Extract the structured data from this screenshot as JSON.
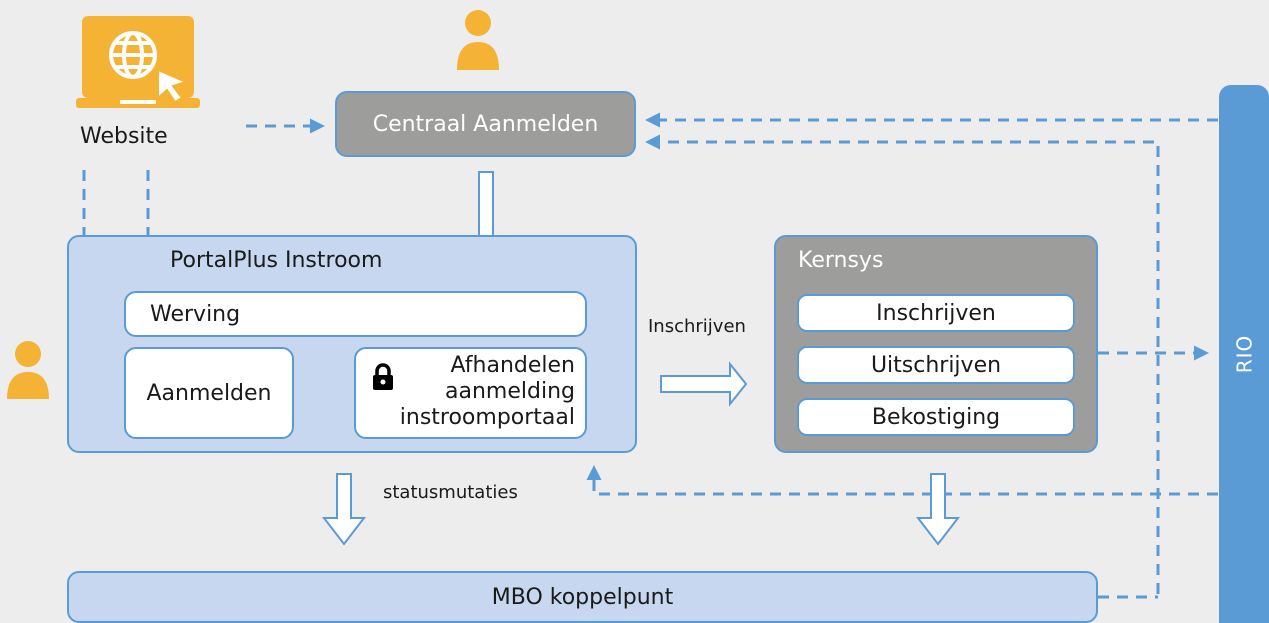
{
  "colors": {
    "background": "#ededed",
    "accent_blue": "#5b9bd5",
    "light_blue_fill": "#c6d7ef",
    "grey_fill": "#9d9d9c",
    "orange": "#f5b335",
    "rio_fill": "#5b9bd5"
  },
  "website": {
    "label": "Website",
    "icon": "laptop-globe-icon"
  },
  "centraal": {
    "label": "Centraal Aanmelden",
    "user_icon": "person-icon"
  },
  "portal": {
    "title": "PortalPlus Instroom",
    "werving": "Werving",
    "aanmelden": "Aanmelden",
    "afhandelen": [
      "Afhandelen",
      "aanmelding",
      "instroomportaal"
    ],
    "lock_icon": "lock-icon",
    "user_icon": "person-icon"
  },
  "kernsys": {
    "title": "Kernsys",
    "items": [
      "Inschrijven",
      "Uitschrijven",
      "Bekostiging"
    ]
  },
  "labels": {
    "inschrijven": "Inschrijven",
    "statusmutaties": "statusmutaties"
  },
  "mbo": {
    "label": "MBO koppelpunt"
  },
  "rio": {
    "label": "RIO"
  }
}
